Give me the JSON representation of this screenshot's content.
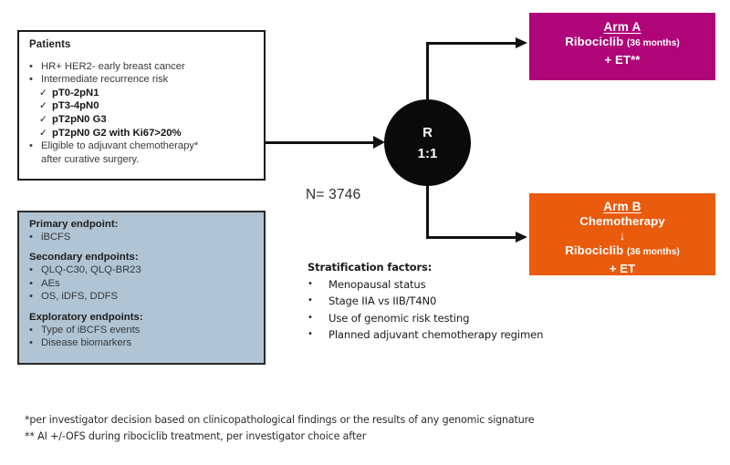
{
  "patients_box": {
    "title": "Patients",
    "bullets": [
      {
        "marker": "•",
        "text": "HR+ HER2- early breast cancer"
      },
      {
        "marker": "•",
        "text": "Intermediate recurrence risk"
      }
    ],
    "checks": [
      {
        "marker": "✓",
        "text": "pT0-2pN1"
      },
      {
        "marker": "✓",
        "text": "pT3-4pN0"
      },
      {
        "marker": "✓",
        "text": "pT2pN0 G3"
      },
      {
        "marker": "✓",
        "text": "pT2pN0 G2 with Ki67>20%"
      }
    ],
    "final_bullet": {
      "marker": "•",
      "line1": "Eligible to adjuvant chemotherapy*",
      "line2": "after curative surgery."
    }
  },
  "endpoints_box": {
    "background_color": "#b1c4d3",
    "groups": [
      {
        "heading": "Primary endpoint:",
        "items": [
          {
            "marker": "•",
            "text": "iBCFS"
          }
        ]
      },
      {
        "heading": "Secondary endpoints:",
        "items": [
          {
            "marker": "•",
            "text": "QLQ-C30, QLQ-BR23"
          },
          {
            "marker": "•",
            "text": "AEs"
          },
          {
            "marker": "•",
            "text": "OS, iDFS, DDFS"
          }
        ]
      },
      {
        "heading": "Exploratory endpoints:",
        "items": [
          {
            "marker": "•",
            "text": "Type of iBCFS events"
          },
          {
            "marker": "•",
            "text": "Disease biomarkers"
          }
        ]
      }
    ]
  },
  "randomization": {
    "label": "R",
    "ratio": "1:1",
    "color": "#0a0a0a"
  },
  "enrollment": {
    "n_label": "N= 3746"
  },
  "arm_a": {
    "heading": "Arm A",
    "drug": "Ribociclib",
    "duration": "(36 months)",
    "combo": "+ ET**",
    "color": "#af0578"
  },
  "arm_b": {
    "heading": "Arm B",
    "step1": "Chemotherapy",
    "arrow": "↓",
    "drug": "Ribociclib",
    "duration": "(36 months)",
    "combo": "+ ET",
    "color": "#e95b0d"
  },
  "stratification": {
    "title": "Stratification factors:",
    "factors": [
      {
        "marker": "•",
        "text": "Menopausal status"
      },
      {
        "marker": "•",
        "text": "Stage IIA vs IIB/T4N0"
      },
      {
        "marker": "•",
        "text": "Use of genomic risk testing"
      },
      {
        "marker": "•",
        "text": "Planned adjuvant chemotherapy regimen"
      }
    ]
  },
  "footnotes": [
    "*per investigator decision based on clinicopathological findings or the results of any genomic signature",
    "** AI +/-OFS during ribociclib treatment, per investigator choice after"
  ]
}
